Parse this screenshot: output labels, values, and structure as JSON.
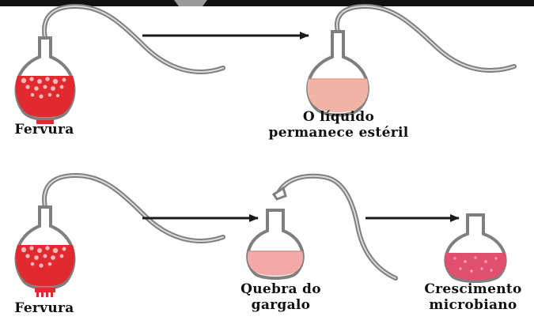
{
  "labels": {
    "fervura_top": "Fervura",
    "liquido_line1": "O líquido",
    "liquido_line2": "permanece estéril",
    "fervura_bottom": "Fervura",
    "quebra_line1": "Quebra do",
    "quebra_line2": "gargalo",
    "crescimento_line1": "Crescimento",
    "crescimento_line2": "microbiano"
  },
  "colors": {
    "glass": "#7f7f7f",
    "boiling_liquid": "#e02a30",
    "boiling_bubbles": "#f7b8bc",
    "sterile_liquid": "#f2b4a6",
    "cut_flask_liquid": "#f4a9a9",
    "microbial_liquid": "#e0506e",
    "arrow": "#1a1a1a"
  }
}
